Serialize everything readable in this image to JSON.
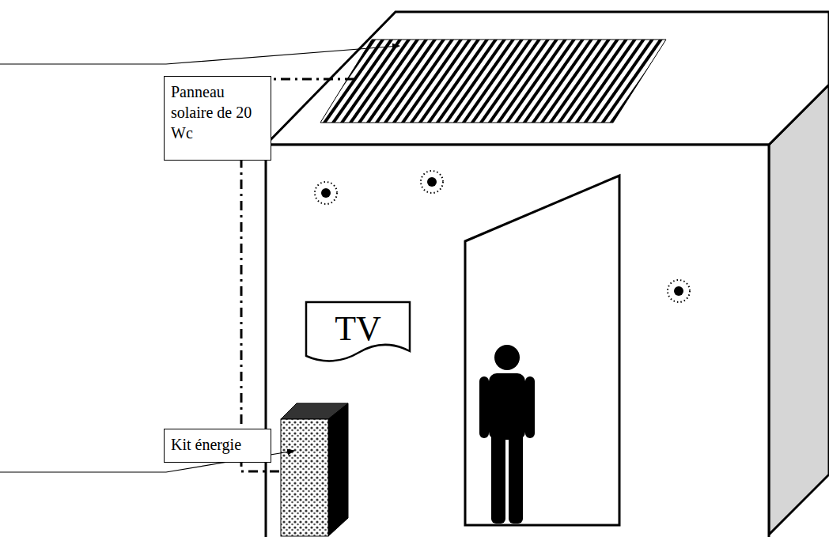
{
  "diagram": {
    "nodes": [
      {
        "text": [
          "Panneau solaire de 20 Wc"
        ]
      },
      {
        "text": [
          "TV"
        ]
      },
      {
        "text": [
          "Kit énergie"
        ]
      }
    ]
  }
}
